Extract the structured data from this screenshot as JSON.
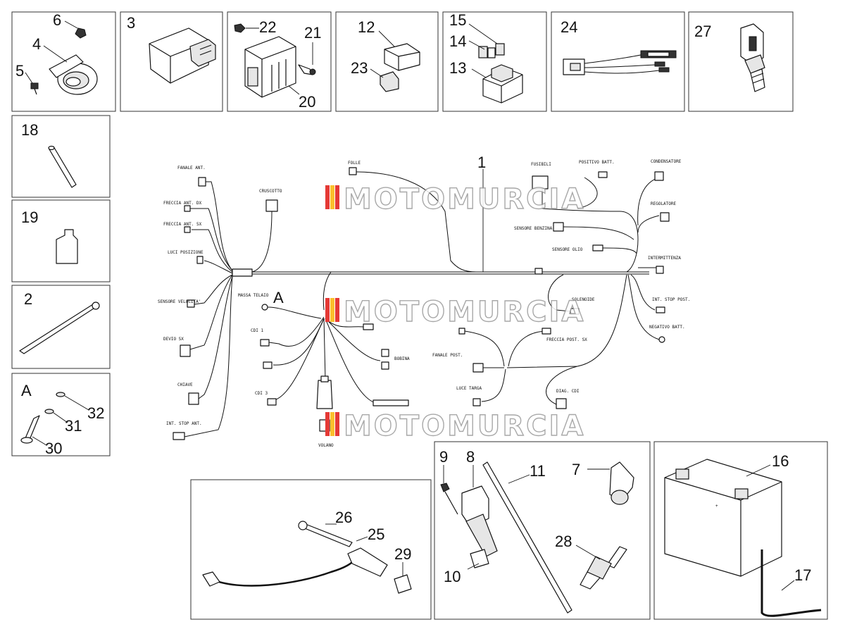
{
  "part_numbers": {
    "p1": "1",
    "p2": "2",
    "p3": "3",
    "p4": "4",
    "p5": "5",
    "p6": "6",
    "p7": "7",
    "p8": "8",
    "p9": "9",
    "p10": "10",
    "p11": "11",
    "p12": "12",
    "p13": "13",
    "p14": "14",
    "p15": "15",
    "p16": "16",
    "p17": "17",
    "p18": "18",
    "p19": "19",
    "p20": "20",
    "p21": "21",
    "p22": "22",
    "p23": "23",
    "p24": "24",
    "p25": "25",
    "p26": "26",
    "p27": "27",
    "p28": "28",
    "p29": "29",
    "p30": "30",
    "p31": "31",
    "p32": "32",
    "groupA": "A",
    "groupA_marker": "A"
  },
  "harness_labels": {
    "fanale_ant": "FANALE ANT.",
    "freccia_ant_dx": "FRECCIA ANT. DX",
    "freccia_ant_sx": "FRECCIA ANT. SX",
    "luci_posizione": "LUCI POSIZIONE",
    "sensore_velocita": "SENSORE VELOCITA'",
    "devio_sx": "DEVIO SX",
    "chiave": "CHIAVE",
    "int_stop_ant": "INT. STOP ANT.",
    "cruscotto": "CRUSCOTTO",
    "folle": "FOLLE",
    "massa_telaio": "MASSA TELAIO",
    "cdi_1": "CDI 1",
    "cdi_3": "CDI 3",
    "bobina": "BOBINA",
    "volano": "VOLANO",
    "fusibili": "FUSIBILI",
    "positivo_batt": "POSITIVO BATT.",
    "condensatore": "CONDENSATORE",
    "regolatore": "REGOLATORE",
    "sensore_benzina": "SENSORE BENZINA",
    "sensore_olio": "SENSORE OLIO",
    "intermittenza": "INTERMITTENZA",
    "solenoide": "SOLENOIDE",
    "int_stop_post": "INT. STOP POST.",
    "negativo_batt": "NEGATIVO BATT.",
    "freccia_post_sx": "FRECCIA POST. SX",
    "fanale_post": "FANALE POST.",
    "luce_targa": "LUCE TARGA",
    "diag_cdi": "DIAG. CDI"
  },
  "watermark": "MOTOMURCIA"
}
